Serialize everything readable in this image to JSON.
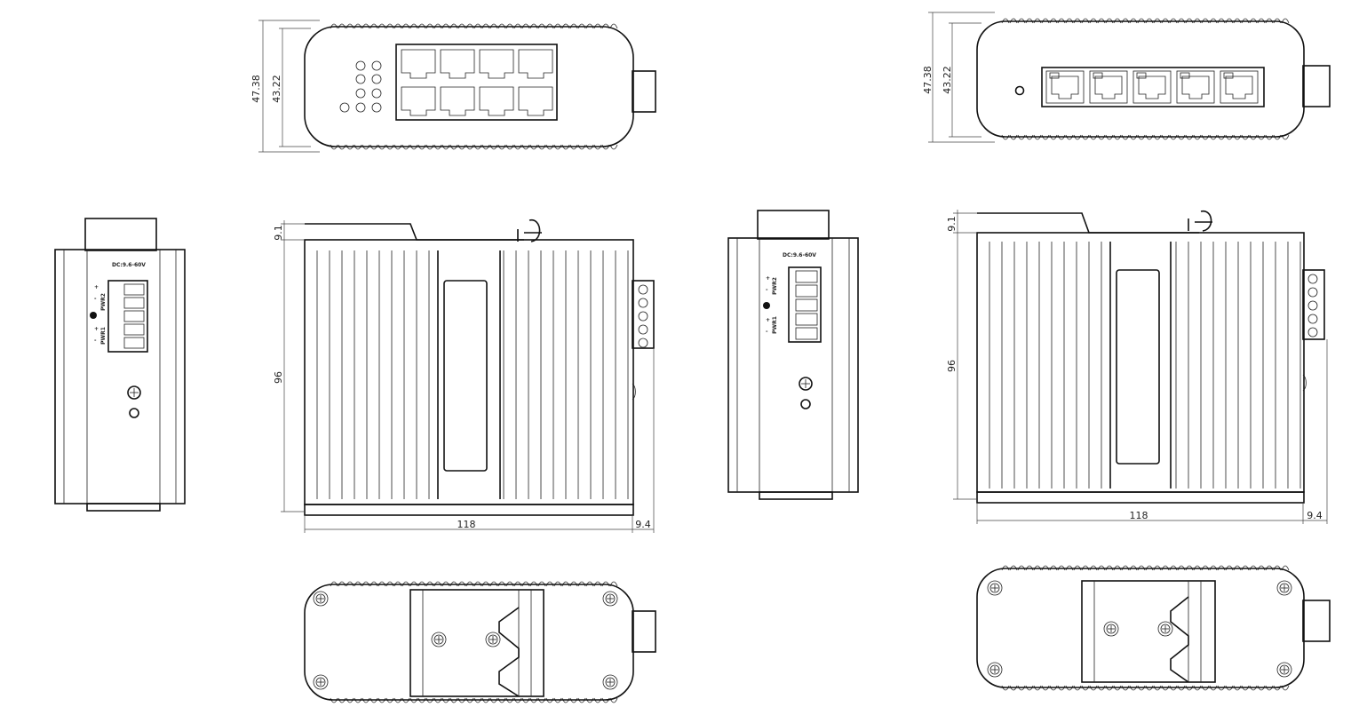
{
  "dimensions": {
    "depth_total_a": "47.38",
    "depth_body_a": "43.22",
    "depth_total_b": "47.38",
    "depth_body_b": "43.22",
    "rail_offset_a": "9.1",
    "height_a": "96",
    "width_a": "118",
    "terminal_a": "9.4",
    "rail_offset_b": "9.1",
    "height_b": "96",
    "width_b": "118",
    "terminal_b": "9.4"
  },
  "labels": {
    "voltage_a": "DC:9.6-60V",
    "voltage_b": "DC:9.6-60V",
    "pwr1": "PWR1",
    "pwr2": "PWR2",
    "plus": "+",
    "minus": "-"
  },
  "colors": {
    "stroke": "#111111",
    "background": "#ffffff"
  }
}
